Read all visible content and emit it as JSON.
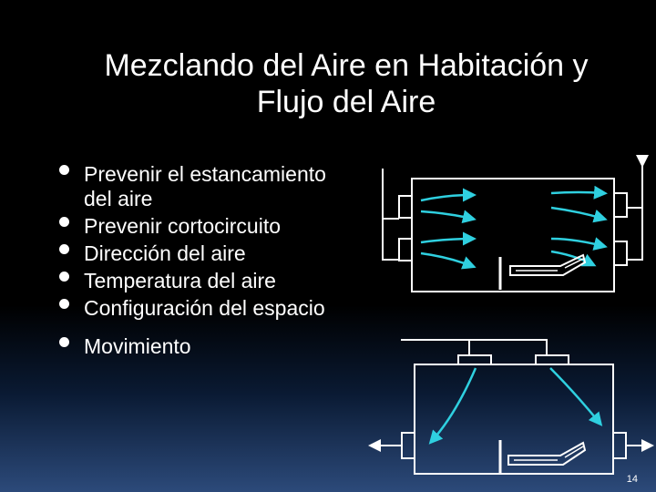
{
  "slide": {
    "title_line1": "Mezclando del Aire en Habitación y",
    "title_line2": "Flujo del Aire",
    "bullets": [
      "Prevenir el estancamiento del aire",
      "Prevenir cortocircuito",
      "Dirección del aire",
      "Temperatura del aire",
      "Configuración del espacio",
      "Movimiento"
    ],
    "page_number": "14"
  },
  "colors": {
    "background": "#000000",
    "text": "#ffffff",
    "airflow": "#2fd0e0",
    "outline": "#ffffff"
  }
}
